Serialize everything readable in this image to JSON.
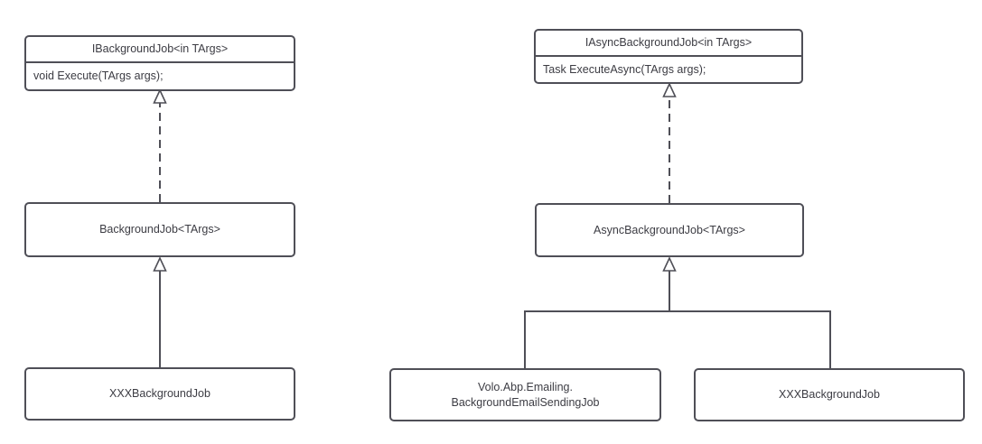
{
  "nodes": {
    "left_interface": {
      "title": "IBackgroundJob<in TArgs>",
      "method": "void Execute(TArgs args);"
    },
    "left_class": {
      "title": "BackgroundJob<TArgs>"
    },
    "left_subclass": {
      "title": "XXXBackgroundJob"
    },
    "right_interface": {
      "title": "IAsyncBackgroundJob<in TArgs>",
      "method": "Task ExecuteAsync(TArgs args);"
    },
    "right_class": {
      "title": "AsyncBackgroundJob<TArgs>"
    },
    "right_subclass_email": {
      "line1": "Volo.Abp.Emailing.",
      "line2": "BackgroundEmailSendingJob"
    },
    "right_subclass_xxx": {
      "title": "XXXBackgroundJob"
    }
  },
  "edges": [
    {
      "from": "BackgroundJob<TArgs>",
      "to": "IBackgroundJob<in TArgs>",
      "type": "realization",
      "line": "dashed",
      "arrowhead": "hollow-triangle"
    },
    {
      "from": "XXXBackgroundJob",
      "to": "BackgroundJob<TArgs>",
      "type": "inheritance",
      "line": "solid",
      "arrowhead": "hollow-triangle"
    },
    {
      "from": "AsyncBackgroundJob<TArgs>",
      "to": "IAsyncBackgroundJob<in TArgs>",
      "type": "realization",
      "line": "dashed",
      "arrowhead": "hollow-triangle"
    },
    {
      "from": "Volo.Abp.Emailing.BackgroundEmailSendingJob",
      "to": "AsyncBackgroundJob<TArgs>",
      "type": "inheritance",
      "line": "solid",
      "arrowhead": "hollow-triangle"
    },
    {
      "from": "XXXBackgroundJob",
      "to": "AsyncBackgroundJob<TArgs>",
      "type": "inheritance",
      "line": "solid",
      "arrowhead": "hollow-triangle"
    }
  ],
  "colors": {
    "border": "#4f4f57",
    "text": "#3c3c43",
    "background": "#ffffff"
  }
}
